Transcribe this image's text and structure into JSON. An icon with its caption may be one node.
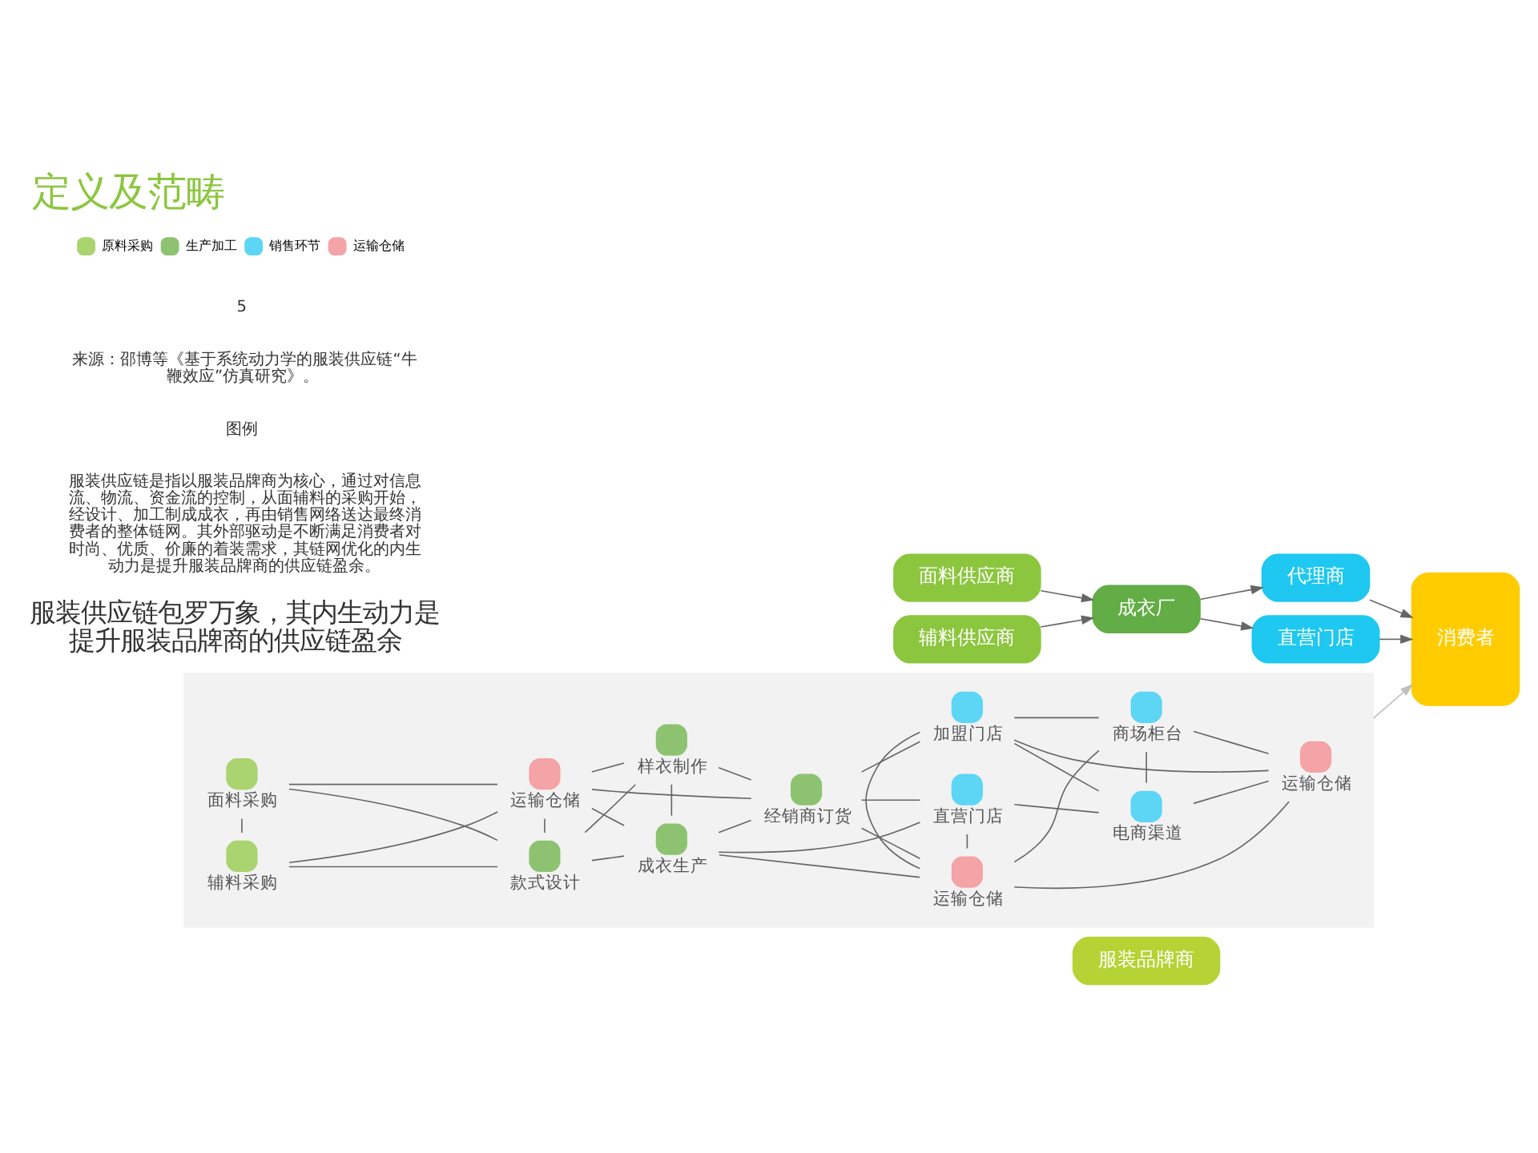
{
  "diagram": {
    "title": "定义及范畴",
    "nodes": [
      {
        "text": [
          "服装品牌商"
        ]
      },
      {
        "text": [
          "面料供应商"
        ]
      },
      {
        "text": [
          "辅料供应商"
        ]
      },
      {
        "text": [
          "成衣厂"
        ]
      },
      {
        "text": [
          "代理商"
        ]
      },
      {
        "text": [
          "直营门店"
        ]
      },
      {
        "text": [
          "消费者"
        ]
      },
      {
        "text": [],
        "shape": "box"
      },
      {
        "text": [
          "面料采购"
        ],
        "in": 7
      },
      {
        "text": [
          "辅料采购"
        ],
        "in": 7
      },
      {
        "text": [
          "运输仓储"
        ],
        "in": 7
      },
      {
        "text": [
          "样衣制作"
        ],
        "in": 7
      },
      {
        "text": [
          "款式设计"
        ],
        "in": 7
      },
      {
        "text": [
          "成衣生产"
        ],
        "in": 7
      },
      {
        "text": [
          "经销商订货"
        ],
        "in": 7
      },
      {
        "text": [
          "加盟门店"
        ],
        "in": 7
      },
      {
        "text": [
          "商场柜台"
        ],
        "in": 7
      },
      {
        "text": [
          "运输仓储"
        ],
        "in": 7
      },
      {
        "text": [
          "直营门店"
        ],
        "in": 7
      },
      {
        "text": [
          "电商渠道"
        ],
        "in": 7
      },
      {
        "text": [
          "运输仓储"
        ],
        "in": 7
      }
    ],
    "edges": [
      {
        "from": 1,
        "to": 3,
        "arrow": "to"
      },
      {
        "from": 2,
        "to": 3,
        "arrow": "to"
      },
      {
        "from": 3,
        "to": 4,
        "arrow": "to"
      },
      {
        "from": 3,
        "to": 5,
        "arrow": "to"
      },
      {
        "from": 4,
        "to": 6,
        "arrow": "to"
      },
      {
        "from": 5,
        "to": 6,
        "arrow": "to"
      },
      {
        "from": 7,
        "to": 6,
        "arrow": "to",
        "color": "#bfbfbf"
      },
      {
        "from": 8,
        "to": 10,
        "arrow": "none"
      },
      {
        "from": 8,
        "to": 9,
        "arrow": "none"
      },
      {
        "from": 8,
        "to": 12,
        "arrow": "none"
      },
      {
        "from": 9,
        "to": 10,
        "arrow": "none"
      },
      {
        "from": 9,
        "to": 12,
        "arrow": "none"
      },
      {
        "from": 10,
        "to": 11,
        "arrow": "none"
      },
      {
        "from": 10,
        "to": 14,
        "arrow": "none"
      },
      {
        "from": 10,
        "to": 12,
        "arrow": "none"
      },
      {
        "from": 10,
        "to": 13,
        "arrow": "none"
      },
      {
        "from": 11,
        "to": 12,
        "arrow": "none"
      },
      {
        "from": 11,
        "to": 13,
        "arrow": "none"
      },
      {
        "from": 11,
        "to": 14,
        "arrow": "none"
      },
      {
        "from": 12,
        "to": 13,
        "arrow": "none"
      },
      {
        "from": 13,
        "to": 14,
        "arrow": "none"
      },
      {
        "from": 13,
        "to": 17,
        "arrow": "none"
      },
      {
        "from": 13,
        "to": 18,
        "arrow": "none"
      },
      {
        "from": 14,
        "to": 15,
        "arrow": "none"
      },
      {
        "from": 14,
        "to": 17,
        "arrow": "none"
      },
      {
        "from": 14,
        "to": 18,
        "arrow": "none"
      },
      {
        "from": 15,
        "to": 16,
        "arrow": "none"
      },
      {
        "from": 15,
        "to": 17,
        "arrow": "none"
      },
      {
        "from": 15,
        "to": 19,
        "arrow": "none"
      },
      {
        "from": 15,
        "to": 20,
        "arrow": "none"
      },
      {
        "from": 16,
        "to": 17,
        "arrow": "none"
      },
      {
        "from": 16,
        "to": 19,
        "arrow": "none"
      },
      {
        "from": 16,
        "to": 20,
        "arrow": "none"
      },
      {
        "from": 17,
        "to": 20,
        "arrow": "none"
      },
      {
        "from": 17,
        "to": 18,
        "arrow": "none"
      },
      {
        "from": 18,
        "to": 19,
        "arrow": "none"
      },
      {
        "from": 19,
        "to": 20,
        "arrow": "none"
      }
    ],
    "labels": [
      "服装供应链包罗万象，其内生动力是提升服装品牌商的供应链盈余",
      "服装供应链是指以服装品牌商为核心，通过对信息流、物流、资金流的控制，从面辅料的采购开始，经设计、加工制成成衣，再由销售网络送达最终消费者的整体链网。其外部驱动是不断满足消费者对时尚、优质、价廉的着装需求，其链网优化的内生动力是提升服装品牌商的供应链盈余。",
      "图例",
      "来源：邵博等《基于系统动力学的服装供应链“牛鞭效应”仿真研究》。",
      "5"
    ],
    "legend": [
      {
        "text": "原料采购",
        "color": "#a9d46f"
      },
      {
        "text": "生产加工",
        "color": "#8dc271"
      },
      {
        "text": "销售环节",
        "color": "#5dd5f5"
      },
      {
        "text": "运输仓储",
        "color": "#f4a3a6"
      }
    ]
  }
}
